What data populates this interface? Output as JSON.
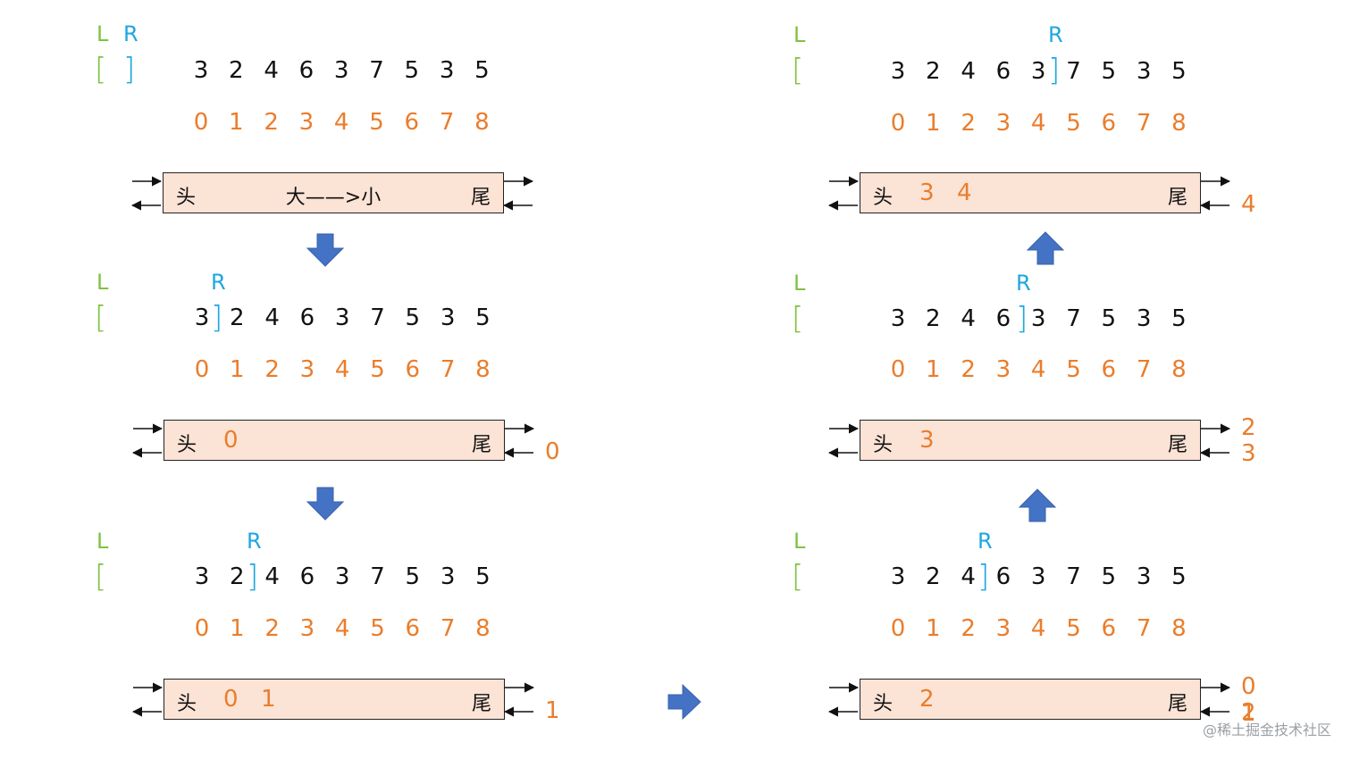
{
  "labels": {
    "left": "L",
    "right": "R",
    "open_bracket": "[",
    "close_bracket": "]"
  },
  "values": [
    "3",
    "2",
    "4",
    "6",
    "3",
    "7",
    "5",
    "3",
    "5"
  ],
  "indices": [
    "0",
    "1",
    "2",
    "3",
    "4",
    "5",
    "6",
    "7",
    "8"
  ],
  "queue": {
    "head": "头",
    "tail": "尾",
    "direction": "大——>小"
  },
  "colors": {
    "L": "#7ec241",
    "R": "#1ea7df",
    "index": "#ea7d2c",
    "queue_fill": "#fbe3d6",
    "arrow": "#4472c4"
  },
  "panels": [
    {
      "id": "p1",
      "queue_items": [],
      "out": [],
      "direction_visible": true
    },
    {
      "id": "p2",
      "queue_items": [
        "0"
      ],
      "out": [
        "0"
      ]
    },
    {
      "id": "p3",
      "queue_items": [
        "0",
        "1"
      ],
      "out": [
        "1"
      ]
    },
    {
      "id": "p4",
      "queue_items": [
        "2"
      ],
      "out": [
        "0 1",
        "2"
      ]
    },
    {
      "id": "p5",
      "queue_items": [
        "3"
      ],
      "out": [
        "2",
        "3"
      ]
    },
    {
      "id": "p6",
      "queue_items": [
        "3",
        "4"
      ],
      "out": [
        "4"
      ]
    }
  ],
  "watermark": "@稀土掘金技术社区"
}
